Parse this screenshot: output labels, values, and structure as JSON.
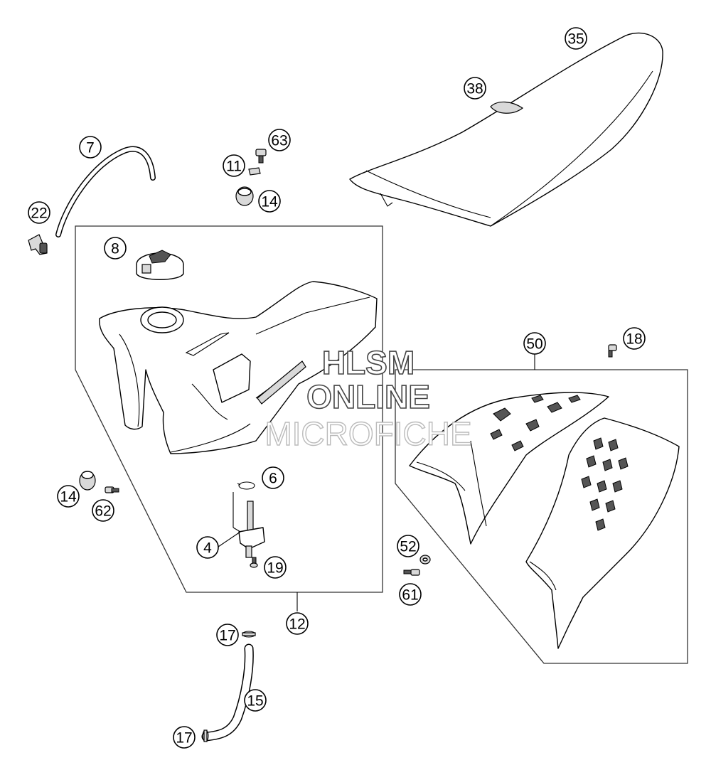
{
  "diagram": {
    "callouts": {
      "c35": "35",
      "c38": "38",
      "c7": "7",
      "c63": "63",
      "c11": "11",
      "c14a": "14",
      "c22": "22",
      "c8": "8",
      "c18": "18",
      "c50": "50",
      "c6": "6",
      "c14b": "14",
      "c62": "62",
      "c4": "4",
      "c19": "19",
      "c52": "52",
      "c61": "61",
      "c12": "12",
      "c17a": "17",
      "c15": "15",
      "c17b": "17"
    },
    "watermark": {
      "line1": "HLSM",
      "line2": "ONLINE",
      "line3": "MICROFICHE"
    }
  }
}
